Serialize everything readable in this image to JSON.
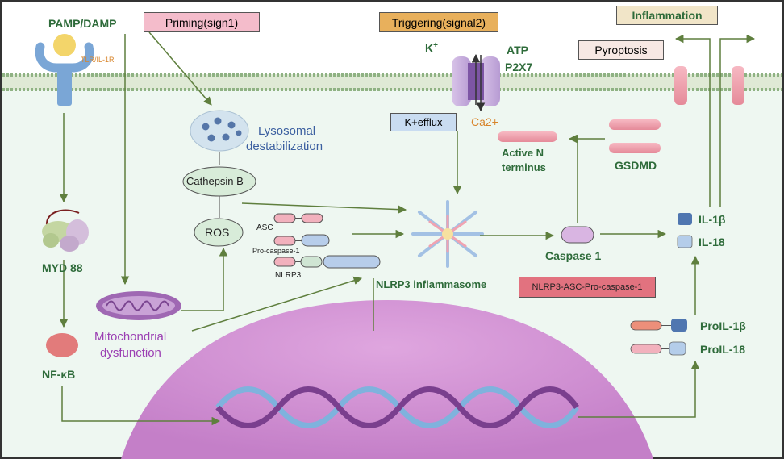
{
  "labels": {
    "pamp_damp": "PAMP/DAMP",
    "tlr": "TLR/IL-1R",
    "priming": "Priming(sign1)",
    "triggering": "Triggering(signal2)",
    "inflammation": "Inflammation",
    "pyroptosis": "Pyroptosis",
    "k_plus": "K",
    "k_plus_sup": "+",
    "atp": "ATP",
    "p2x7": "P2X7",
    "k_efflux": "K+efflux",
    "ca2": "Ca2+",
    "lysosomal_1": "Lysosomal",
    "lysosomal_2": "destabilization",
    "cathepsin_b": "Cathepsin B",
    "ros": "ROS",
    "asc": "ASC",
    "pro_caspase_1": "Pro-caspase-1",
    "nlrp3": "NLRP3",
    "nlrp3_inflammasome": "NLRP3 inflammasome",
    "nlrp3_asc_pro": "NLRP3-ASC-Pro-caspase-1",
    "active_n_1": "Active N",
    "active_n_2": "terminus",
    "gsdmd": "GSDMD",
    "caspase_1": "Caspase 1",
    "il_1b": "IL-1β",
    "il_18": "IL-18",
    "pro_il_1b": "ProIL-1β",
    "pro_il_18": "ProIL-18",
    "myd88": "MYD 88",
    "nf_kb": "NF-κB",
    "mito_1": "Mitochondrial",
    "mito_2": "dysfunction"
  },
  "colors": {
    "label_green": "#2e6b3a",
    "priming_box": "#f4bccb",
    "triggering_box": "#e8b05c",
    "inflammation_box": "#f1e5c8",
    "pyroptosis_box": "#f7e8e4",
    "k_efflux_box": "#c9dcf1",
    "nlrp3_asc_box": "#e2727f",
    "membrane": "#a7c59c",
    "cytoplasm": "#eef7f1",
    "nucleus": "#d292d4",
    "arrow": "#5f7f3e",
    "mito_text": "#9b3fb3",
    "lysosome_text": "#3b5fa0",
    "ca2_text": "#d8842a"
  }
}
